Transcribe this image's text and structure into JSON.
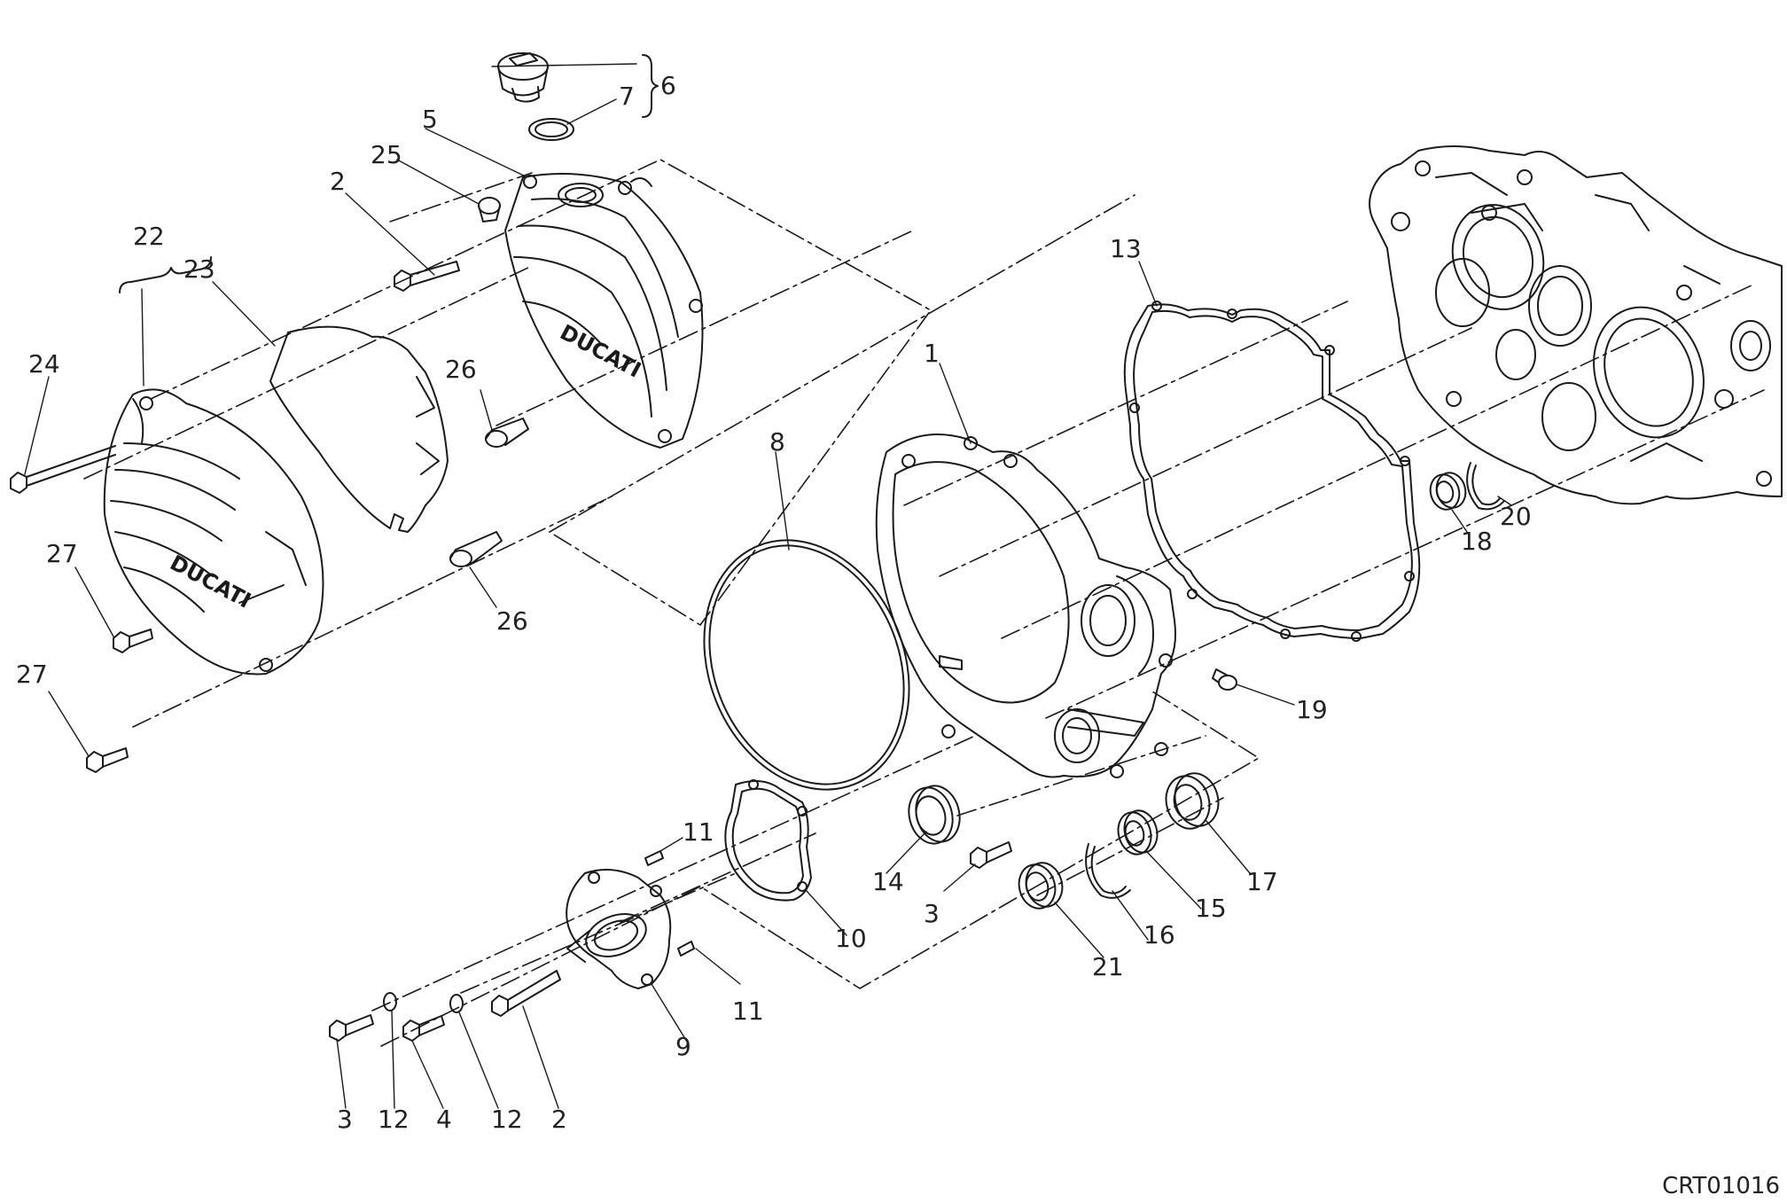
{
  "drawing": {
    "code": "CRT01016",
    "line_color": "#1a1a1a",
    "background": "#ffffff"
  },
  "callouts": [
    {
      "id": "c1",
      "label": "1"
    },
    {
      "id": "c2a",
      "label": "2"
    },
    {
      "id": "c2b",
      "label": "2"
    },
    {
      "id": "c3a",
      "label": "3"
    },
    {
      "id": "c3b",
      "label": "3"
    },
    {
      "id": "c4",
      "label": "4"
    },
    {
      "id": "c5",
      "label": "5"
    },
    {
      "id": "c6",
      "label": "6"
    },
    {
      "id": "c7",
      "label": "7"
    },
    {
      "id": "c8",
      "label": "8"
    },
    {
      "id": "c9",
      "label": "9"
    },
    {
      "id": "c10",
      "label": "10"
    },
    {
      "id": "c11a",
      "label": "11"
    },
    {
      "id": "c11b",
      "label": "11"
    },
    {
      "id": "c12a",
      "label": "12"
    },
    {
      "id": "c12b",
      "label": "12"
    },
    {
      "id": "c13",
      "label": "13"
    },
    {
      "id": "c14",
      "label": "14"
    },
    {
      "id": "c15",
      "label": "15"
    },
    {
      "id": "c16",
      "label": "16"
    },
    {
      "id": "c17",
      "label": "17"
    },
    {
      "id": "c18",
      "label": "18"
    },
    {
      "id": "c19",
      "label": "19"
    },
    {
      "id": "c20",
      "label": "20"
    },
    {
      "id": "c21",
      "label": "21"
    },
    {
      "id": "c22",
      "label": "22"
    },
    {
      "id": "c23",
      "label": "23"
    },
    {
      "id": "c24",
      "label": "24"
    },
    {
      "id": "c25",
      "label": "25"
    },
    {
      "id": "c26a",
      "label": "26"
    },
    {
      "id": "c26b",
      "label": "26"
    },
    {
      "id": "c27a",
      "label": "27"
    },
    {
      "id": "c27b",
      "label": "27"
    }
  ],
  "logos": {
    "brand_text": "DUCATI"
  }
}
